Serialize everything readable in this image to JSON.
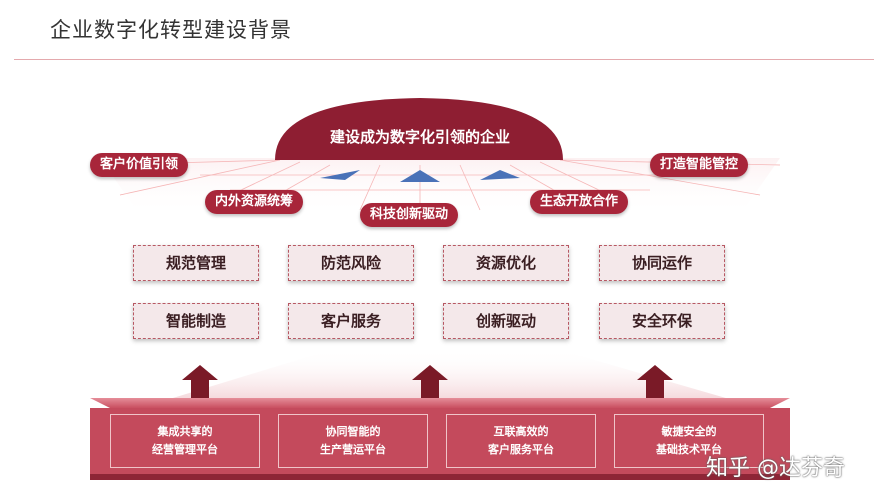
{
  "header": {
    "title": "企业数字化转型建设背景"
  },
  "dome": {
    "label": "建设成为数字化引领的企业"
  },
  "pills": {
    "customer_value": "客户价值引领",
    "smart_control": "打造智能管控",
    "internal_external": "内外资源统筹",
    "tech_innovation": "科技创新驱动",
    "ecosystem": "生态开放合作"
  },
  "goals": {
    "row1": [
      "规范管理",
      "防范风险",
      "资源优化",
      "协同运作"
    ],
    "row2": [
      "智能制造",
      "客户服务",
      "创新驱动",
      "安全环保"
    ]
  },
  "platforms": [
    {
      "line1": "集成共享的",
      "line2": "经营管理平台"
    },
    {
      "line1": "协同智能的",
      "line2": "生产营运平台"
    },
    {
      "line1": "互联高效的",
      "line2": "客户服务平台"
    },
    {
      "line1": "敏捷安全的",
      "line2": "基础技术平台"
    }
  ],
  "watermark": "知乎 @达芬奇",
  "colors": {
    "accent": "#a8263a",
    "platform": "#c44a5c",
    "box_fill": "#f4e8ea"
  }
}
